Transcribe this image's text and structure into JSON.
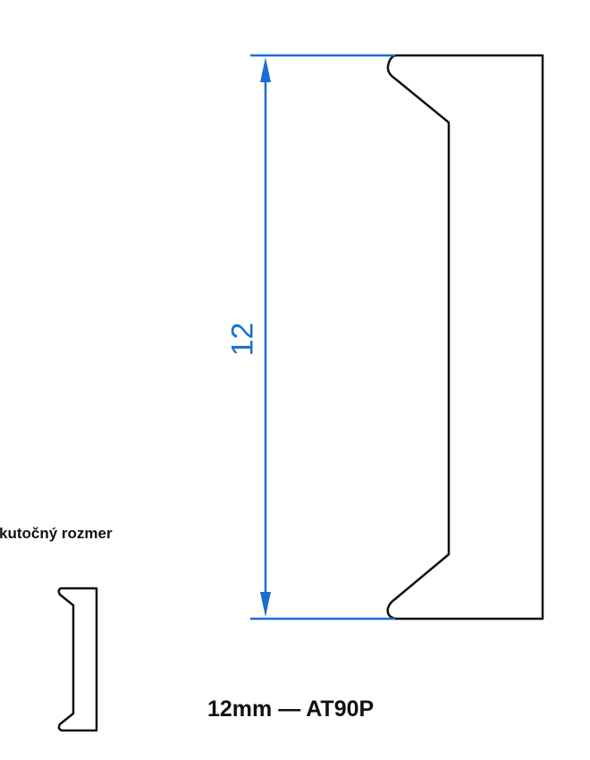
{
  "labels": {
    "actual_size": "kutočný rozmer",
    "caption": "12mm — AT90P"
  },
  "dimension": {
    "value": "12",
    "color": "#1a6fd0"
  },
  "colors": {
    "outline": "#111111",
    "dimension": "#1a6fd0"
  }
}
